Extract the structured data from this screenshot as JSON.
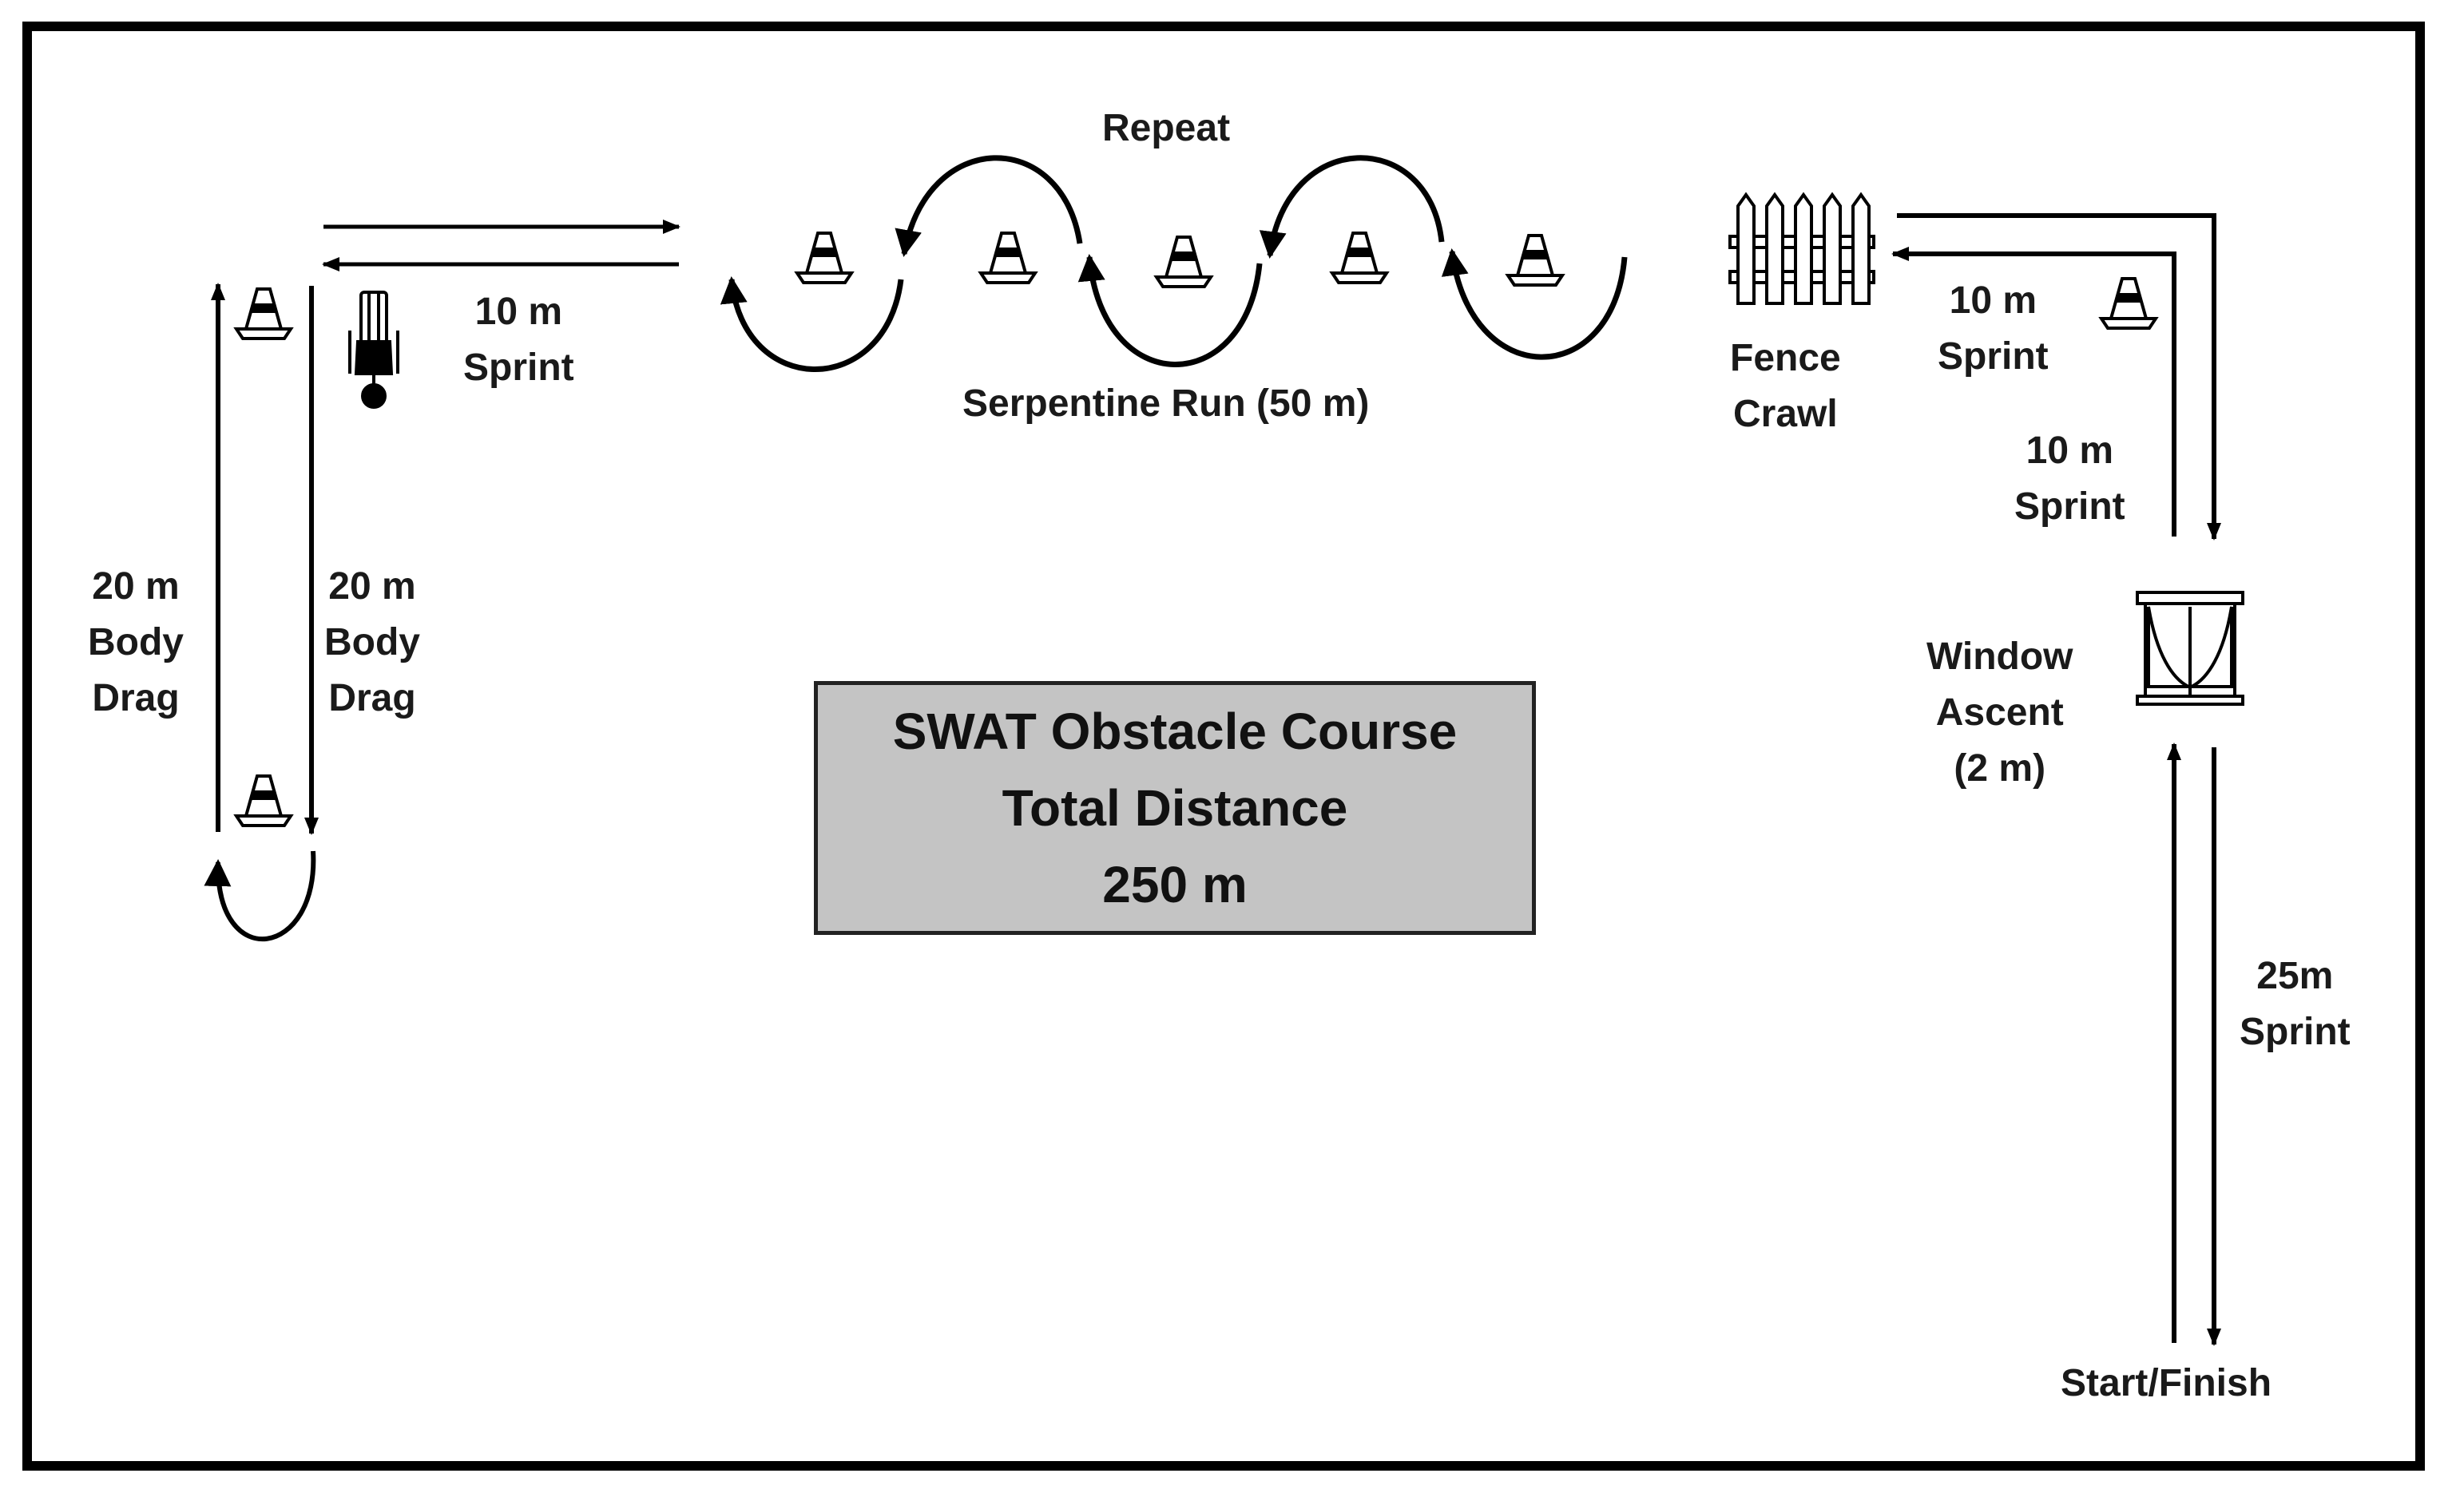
{
  "summary": {
    "line1": "SWAT Obstacle Course",
    "line2": "Total Distance",
    "line3": "250 m"
  },
  "labels": {
    "repeat": "Repeat",
    "serpentine": "Serpentine Run (50 m)",
    "sprint_top_left": [
      "10 m",
      "Sprint"
    ],
    "drag_left": [
      "20 m",
      "Body",
      "Drag"
    ],
    "drag_right": [
      "20 m",
      "Body",
      "Drag"
    ],
    "fence": [
      "Fence",
      "Crawl"
    ],
    "sprint_top_right": [
      "10 m",
      "Sprint"
    ],
    "sprint_right": [
      "10 m",
      "Sprint"
    ],
    "window": [
      "Window",
      "Ascent",
      "(2 m)"
    ],
    "sprint_25": [
      "25m",
      "Sprint"
    ],
    "start_finish": "Start/Finish"
  },
  "icons": [
    "traffic-cone-icon",
    "dummy-icon",
    "fence-icon",
    "window-icon"
  ],
  "colors": {
    "stroke": "#000000",
    "summary_fill": "#c4c4c4",
    "background": "#ffffff"
  }
}
